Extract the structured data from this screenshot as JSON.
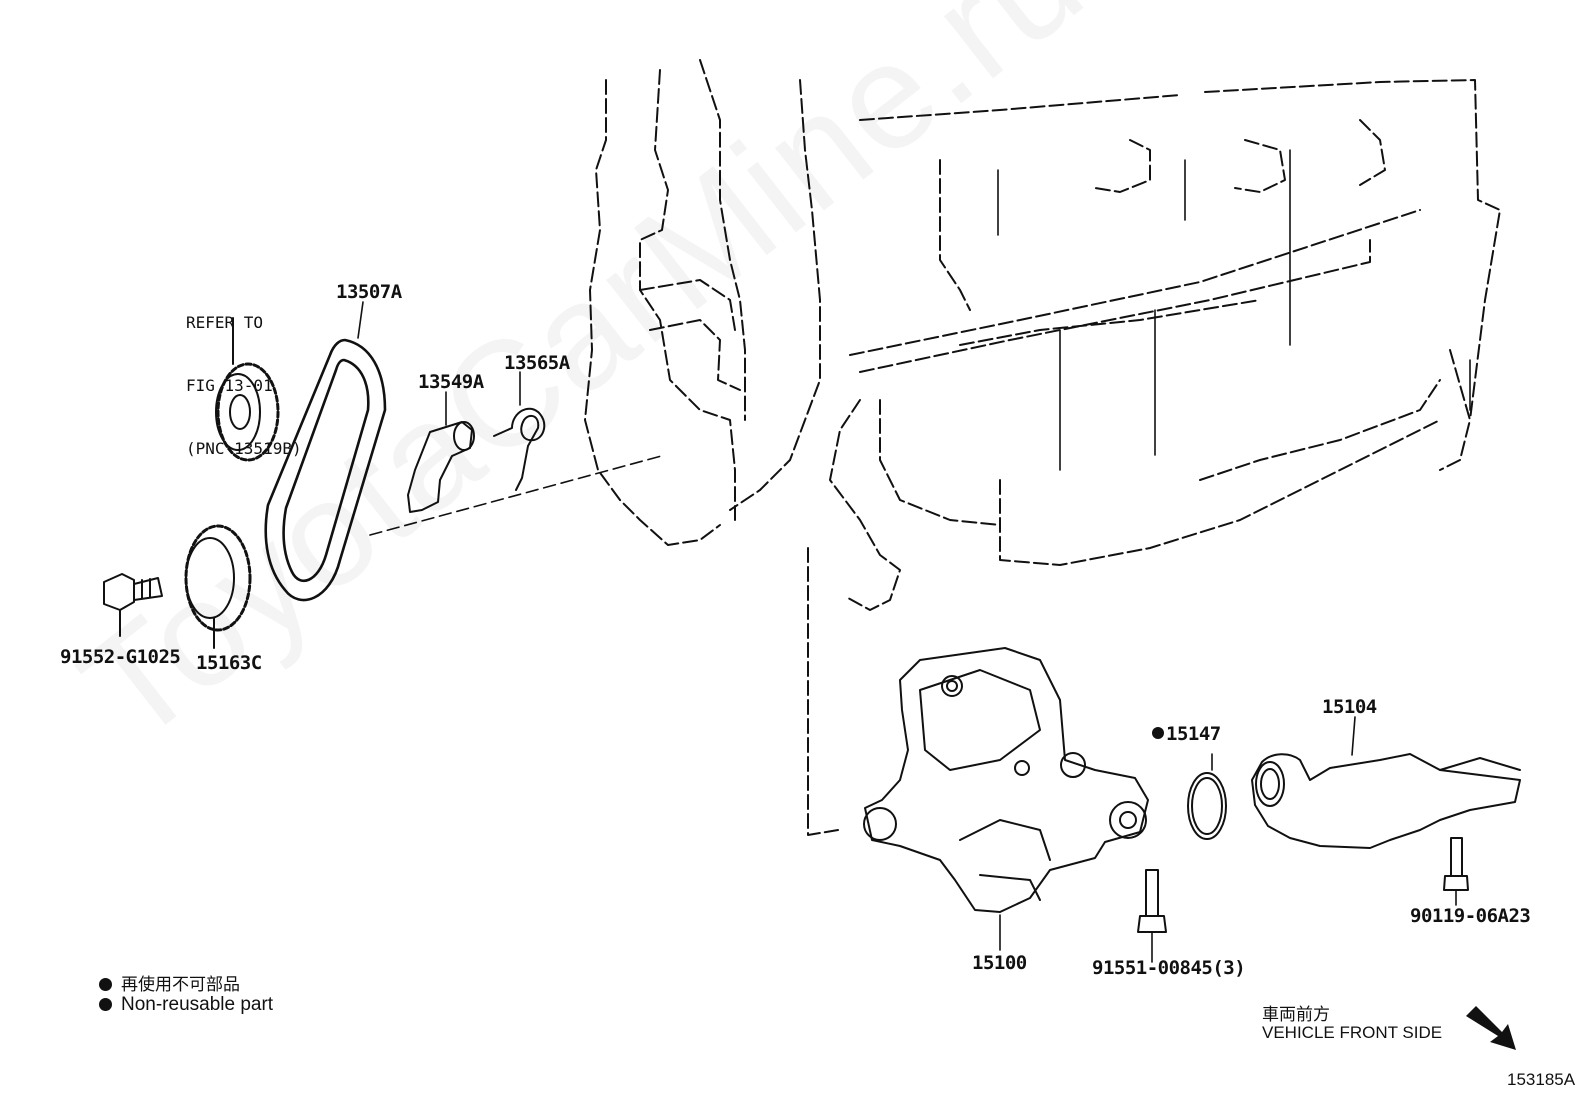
{
  "watermark": "ToyotaCarMine.ru",
  "refer_note": {
    "line1": "REFER TO",
    "line2": "FIG 13-01",
    "line3": "(PNC 13519B)"
  },
  "parts": {
    "p13507A": "13507A",
    "p13549A": "13549A",
    "p13565A": "13565A",
    "p91552": "91552-G1025",
    "p15163C": "15163C",
    "p15100": "15100",
    "p15147": "15147",
    "p15104": "15104",
    "p91551": "91551-00845(3)",
    "p90119": "90119-06A23"
  },
  "legend": {
    "jp": "再使用不可部品",
    "en": "Non-reusable part"
  },
  "direction": {
    "jp": "車両前方",
    "en": "VEHICLE FRONT SIDE"
  },
  "figure_id": "153185A",
  "colors": {
    "line": "#111111",
    "watermark": "#bdbdbd"
  }
}
